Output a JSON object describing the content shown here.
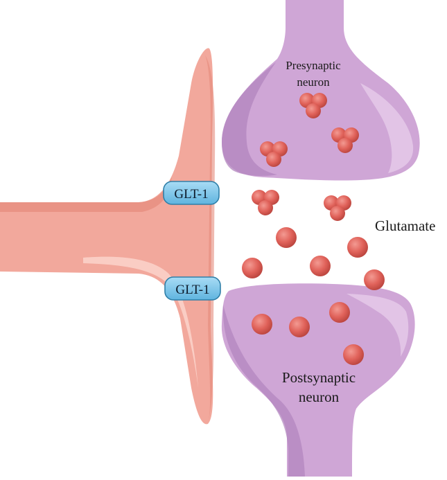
{
  "labels": {
    "presynaptic_line1": "Presynaptic",
    "presynaptic_line2": "neuron",
    "postsynaptic_line1": "Postsynaptic",
    "postsynaptic_line2": "neuron",
    "glutamate": "Glutamate",
    "transporter_top": "GLT-1",
    "transporter_bottom": "GLT-1"
  },
  "colors": {
    "astrocyte": "#f2a89c",
    "astrocyte_shadow": "#e58a7c",
    "astrocyte_highlight": "#fbd3cb",
    "neuron": "#cfa6d6",
    "neuron_shadow": "#b184bd",
    "neuron_highlight": "#e3c8e8",
    "glutamate": "#e0625a",
    "glutamate_shadow": "#c2463f",
    "transporter": "#7fc7ea",
    "transporter_border": "#2f7fa8"
  }
}
